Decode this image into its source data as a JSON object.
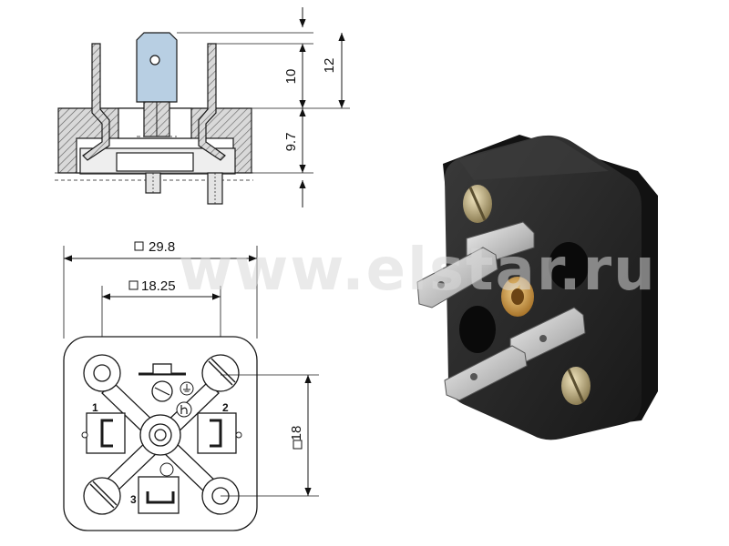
{
  "drawing": {
    "side_view": {
      "dim_total_height": "12",
      "dim_pin_height": "10",
      "dim_body_height": "9.7"
    },
    "front_view": {
      "dim_width": "29.8",
      "dim_hole_pitch_x": "18.25",
      "dim_hole_pitch_y": "18",
      "square_symbol": "□",
      "pin_labels": [
        "1",
        "2",
        "3"
      ]
    }
  },
  "photo": {
    "subject": "black-connector-block",
    "colors": {
      "body": "#2a2a2a",
      "pins": "#c9c9c9",
      "screws": "#c7b27a",
      "brass_insert": "#d7a34a"
    }
  },
  "watermark": {
    "text": "www.elstar.ru"
  },
  "colors": {
    "line": "#1a1a1a",
    "section_hatch": "#666666",
    "pin_fill": "#b8cfe3",
    "part_fill": "#e4e4e4"
  }
}
